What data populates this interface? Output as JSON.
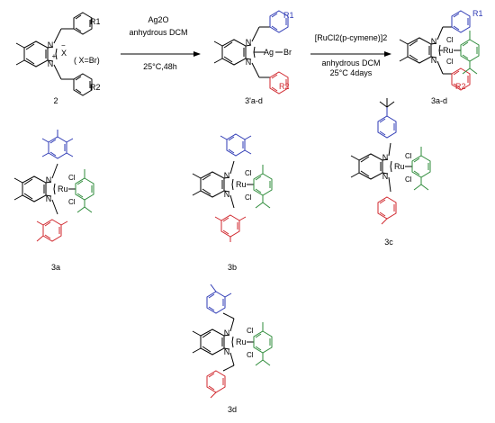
{
  "step1": {
    "reagent": "Ag2O",
    "solvent": "anhydrous DCM",
    "conditions": "25°C,48h"
  },
  "step2": {
    "reagent": "[RuCl2(p-cymene)]2",
    "solvent": "anhydrous DCM",
    "conditions": "25°C 4days"
  },
  "compound_labels": {
    "salt": "2",
    "silver": "3'a-d",
    "ruthenium": "3a-d",
    "a": "3a",
    "b": "3b",
    "c": "3c",
    "d": "3d"
  },
  "atoms": {
    "N": "N",
    "Ag": "Ag",
    "Br": "Br",
    "Ru": "Ru",
    "Cl": "Cl",
    "X": "X",
    "plus": "+",
    "minus": "−",
    "x_note": "( X=Br)",
    "R1": "R1",
    "R2": "R2"
  },
  "colors": {
    "aryl_top": "#2e3ab5",
    "aryl_bottom": "#d0272d",
    "cymene": "#2e8b3a"
  }
}
